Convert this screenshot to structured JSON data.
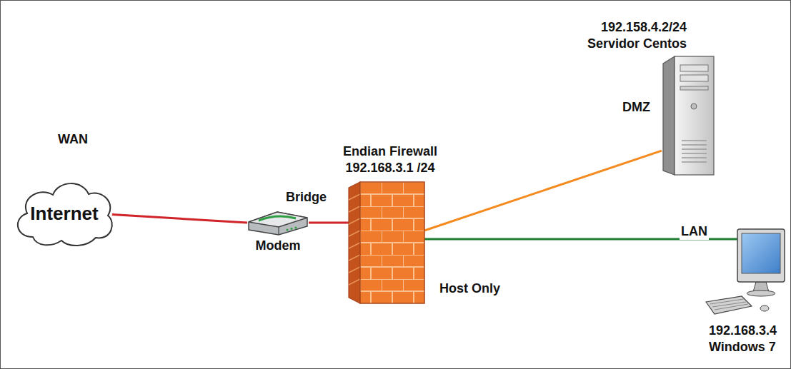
{
  "diagram": {
    "nodes": [
      {
        "text": [
          "Internet"
        ]
      },
      {
        "text": [
          "Modem"
        ]
      },
      {
        "text": [
          "Endian Firewall",
          "192.168.3.1 /24"
        ]
      },
      {
        "text": [
          "192.158.4.2/24",
          "Servidor Centos"
        ]
      },
      {
        "text": [
          "192.168.3.4",
          "Windows 7"
        ]
      }
    ],
    "edges": [
      {
        "from": 0,
        "to": 1,
        "arrow": "none"
      },
      {
        "from": 1,
        "to": 2,
        "arrow": "none"
      },
      {
        "from": 2,
        "to": 3,
        "arrow": "none",
        "label": "DMZ"
      },
      {
        "from": 2,
        "to": 4,
        "arrow": "none",
        "label": "LAN"
      }
    ],
    "labels": [
      "WAN",
      "Bridge",
      "Host Only"
    ]
  }
}
